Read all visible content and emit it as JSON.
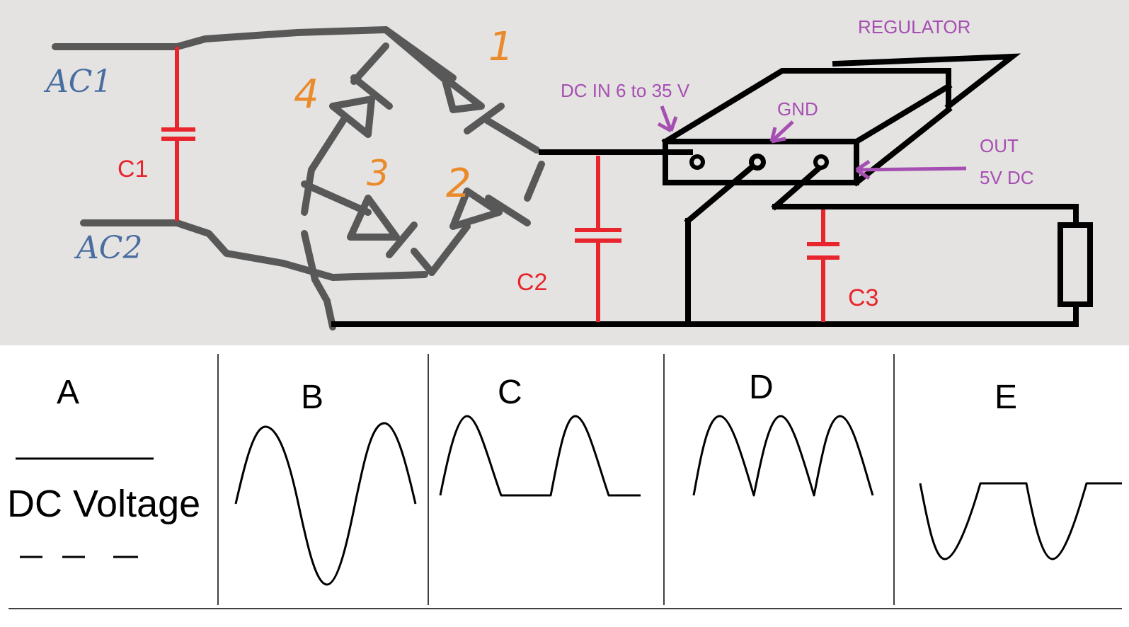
{
  "circuit": {
    "inputs": [
      "AC1",
      "AC2"
    ],
    "diodes": [
      "1",
      "4",
      "3",
      "2"
    ],
    "capacitors": [
      "C1",
      "C2",
      "C3"
    ],
    "regulator": {
      "title": "REGULATOR",
      "dc_in": "DC IN 6 to 35 V",
      "gnd": "GND",
      "out_line1": "OUT",
      "out_line2": "5V DC"
    }
  },
  "waveforms": [
    {
      "letter": "A",
      "label": "DC Voltage",
      "shape": "dc-lines"
    },
    {
      "letter": "B",
      "shape": "full-sine"
    },
    {
      "letter": "C",
      "shape": "half-wave-rectified"
    },
    {
      "letter": "D",
      "shape": "full-wave-rectified"
    },
    {
      "letter": "E",
      "shape": "inverted-half-wave"
    }
  ],
  "colors": {
    "capacitor": "#e8242c",
    "annotation": "#a64fb2",
    "ac_label": "#4a6da0",
    "diode_number": "#ea8a2a"
  }
}
